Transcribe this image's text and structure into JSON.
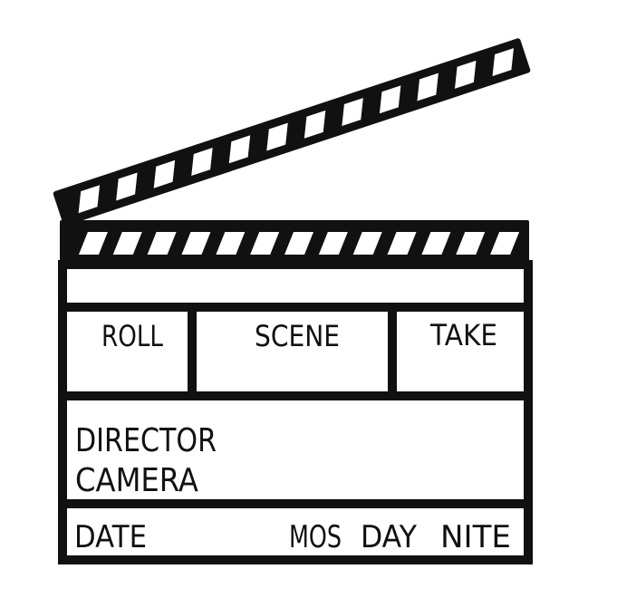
{
  "colors": {
    "ink": "#111111",
    "paper": "#ffffff"
  },
  "slate": {
    "roll": "ROLL",
    "scene": "SCENE",
    "take": "TAKE",
    "director": "DIRECTOR",
    "camera": "CAMERA",
    "date": "DATE",
    "mos": "MOS",
    "day": "DAY",
    "nite": "NITE"
  }
}
